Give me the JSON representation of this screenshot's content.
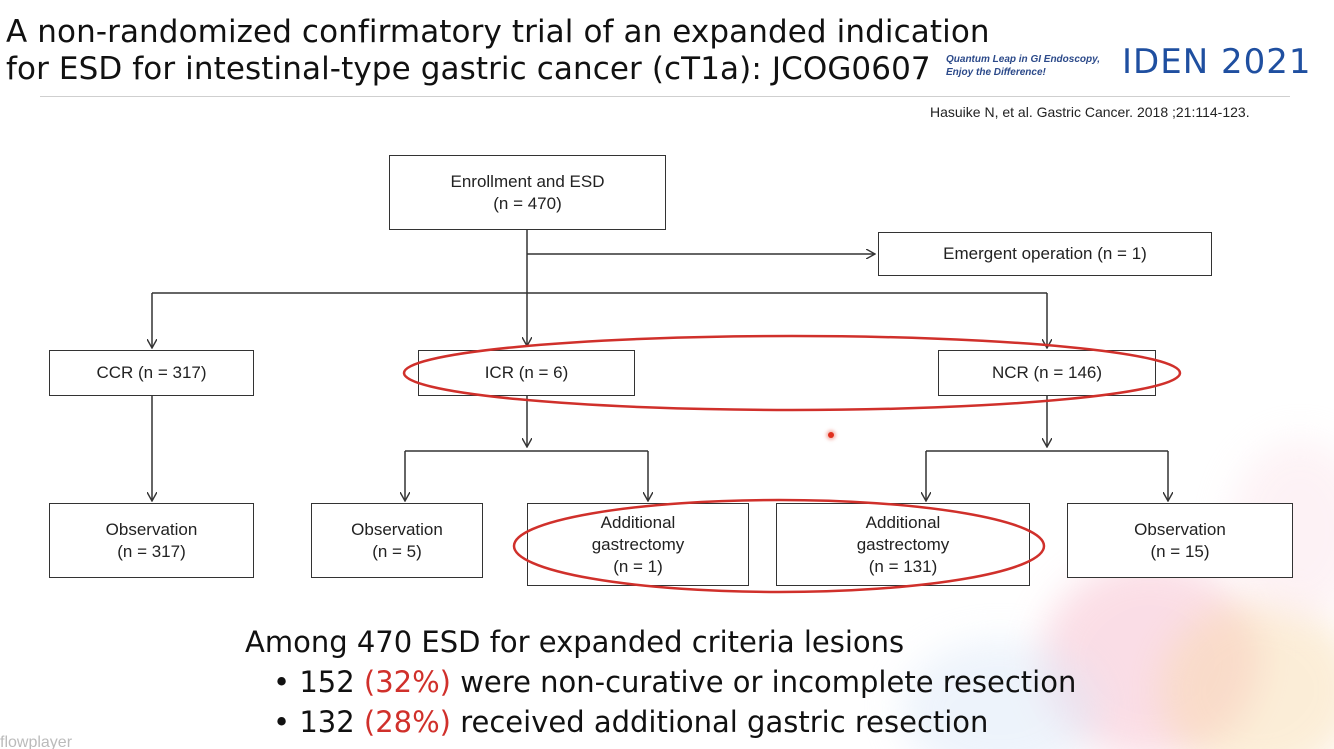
{
  "header": {
    "title_line1": "A non-randomized confirmatory trial of an expanded indication",
    "title_line2": "for ESD for intestinal-type gastric cancer (cT1a): JCOG0607",
    "tagline_line1": "Quantum Leap in GI Endoscopy,",
    "tagline_line2": "Enjoy the Difference!",
    "logo_left": "IDEN",
    "logo_right": "2021",
    "citation": "Hasuike N, et al. Gastric Cancer. 2018 ;21:114-123."
  },
  "flowchart": {
    "enrollment": {
      "label": "Enrollment and ESD",
      "n": "(n = 470)"
    },
    "emergent": {
      "label": "Emergent operation (n = 1)"
    },
    "ccr": {
      "label": "CCR (n = 317)"
    },
    "icr": {
      "label": "ICR (n = 6)"
    },
    "ncr": {
      "label": "NCR (n = 146)"
    },
    "ccr_obs": {
      "label": "Observation",
      "n": "(n = 317)"
    },
    "icr_obs": {
      "label": "Observation",
      "n": "(n = 5)"
    },
    "icr_gast": {
      "label1": "Additional",
      "label2": "gastrectomy",
      "n": "(n = 1)"
    },
    "ncr_gast": {
      "label1": "Additional",
      "label2": "gastrectomy",
      "n": "(n = 131)"
    },
    "ncr_obs": {
      "label": "Observation",
      "n": "(n = 15)"
    },
    "highlight_color": "#d0302b"
  },
  "summary": {
    "heading": "Among 470 ESD for expanded criteria lesions",
    "bullet1_pre": "152 ",
    "bullet1_pct": "(32%)",
    "bullet1_post": " were non-curative or incomplete resection",
    "bullet2_pre": "132 ",
    "bullet2_pct": "(28%)",
    "bullet2_post": " received additional gastric resection"
  },
  "watermark": "flowplayer"
}
